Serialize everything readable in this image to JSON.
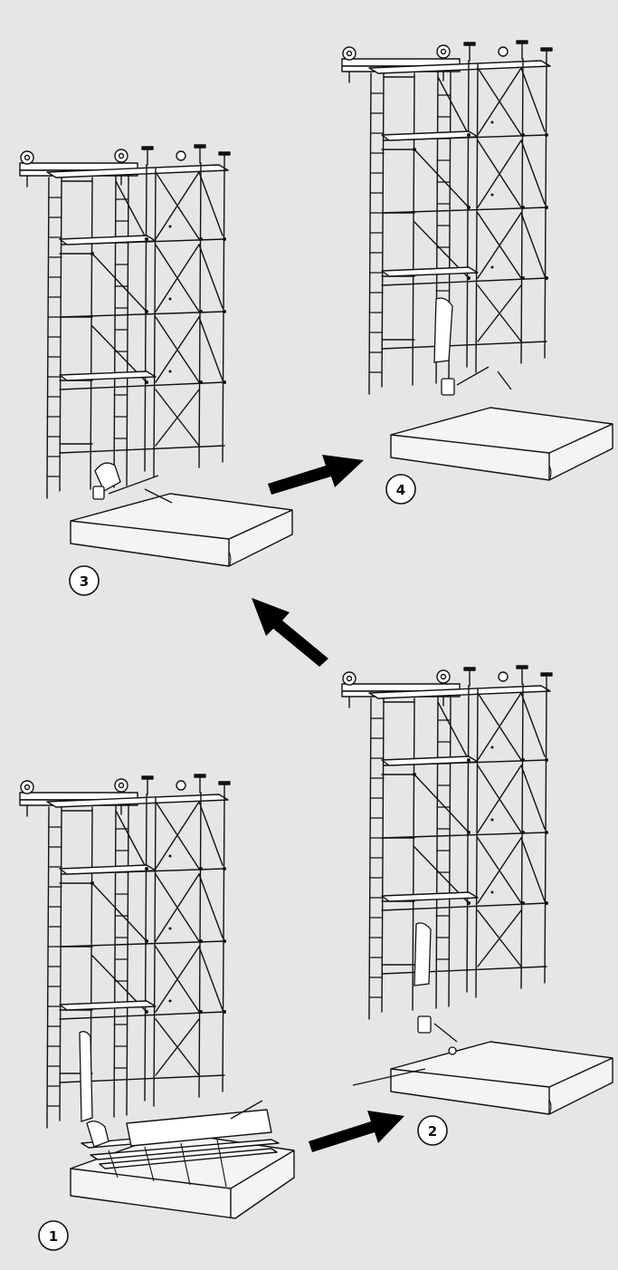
{
  "colors": {
    "background": "#e6e6e6",
    "line": "#111111",
    "slab": "#f4f4f4",
    "arrow": "#000000"
  },
  "steps": [
    {
      "label": "1"
    },
    {
      "label": "2"
    },
    {
      "label": "3"
    },
    {
      "label": "4"
    }
  ],
  "arrows": [
    {
      "from": "1",
      "to": "2"
    },
    {
      "from": "2",
      "to": "3"
    },
    {
      "from": "3",
      "to": "4"
    }
  ]
}
